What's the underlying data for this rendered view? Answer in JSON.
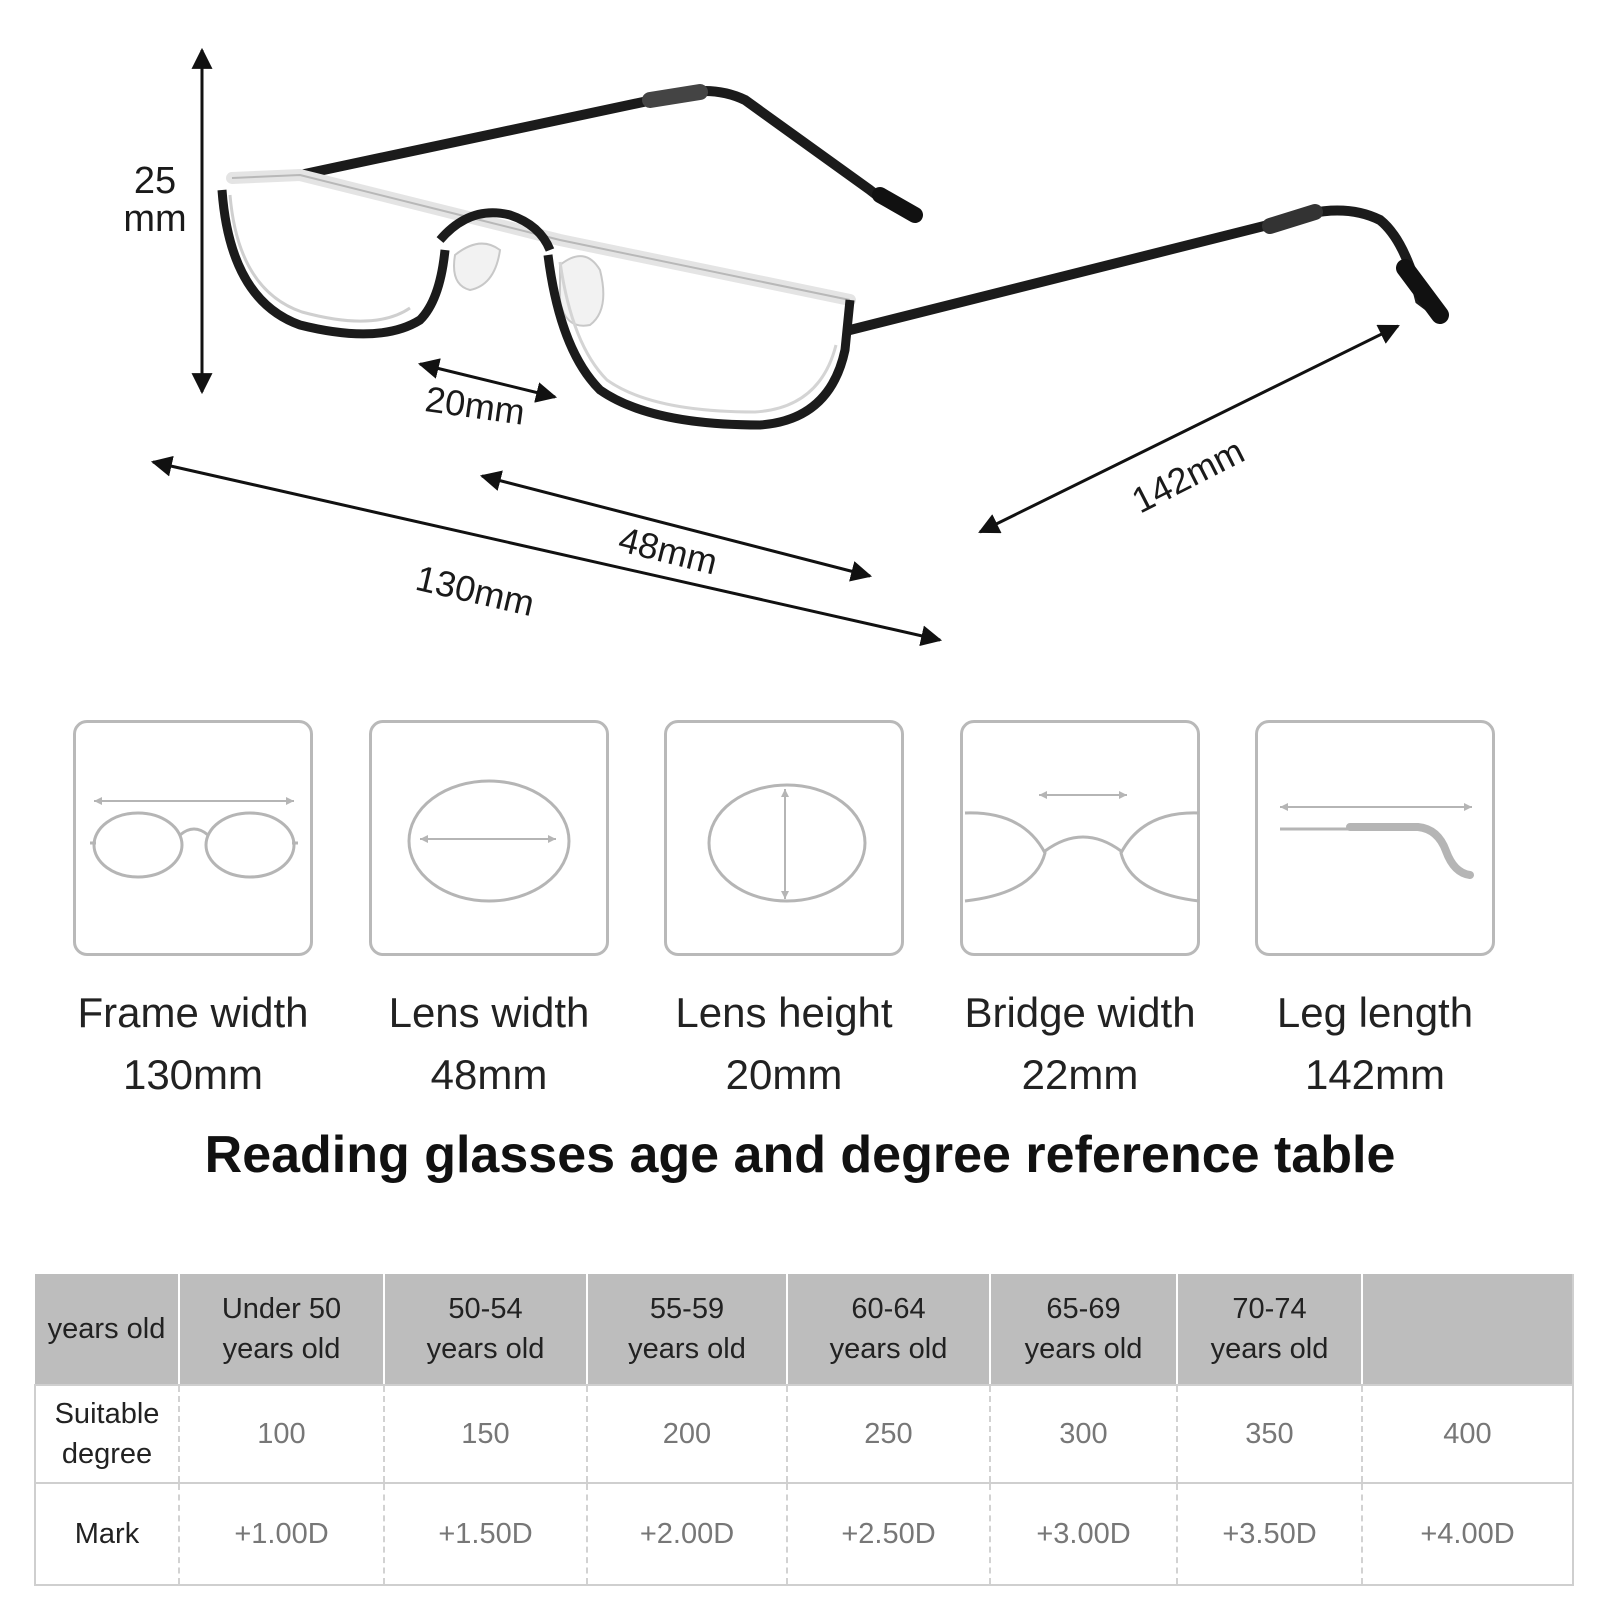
{
  "dimensions_diagram": {
    "height_label_value": "25",
    "height_label_unit": "mm",
    "bridge_label": "20mm",
    "lens_label": "48mm",
    "frame_label": "130mm",
    "leg_label": "142mm"
  },
  "spec_cards": [
    {
      "icon": "frame-width-icon",
      "title": "Frame width",
      "value": "130mm"
    },
    {
      "icon": "lens-width-icon",
      "title": "Lens width",
      "value": "48mm"
    },
    {
      "icon": "lens-height-icon",
      "title": "Lens height",
      "value": "20mm"
    },
    {
      "icon": "bridge-width-icon",
      "title": "Bridge width",
      "value": "22mm"
    },
    {
      "icon": "leg-length-icon",
      "title": "Leg length",
      "value": "142mm"
    }
  ],
  "table_title": "Reading glasses age and degree reference table",
  "reference_table": {
    "header_row": [
      "years old",
      "Under 50\nyears old",
      "50-54\nyears old",
      "55-59\nyears old",
      "60-64\nyears old",
      "65-69\nyears old",
      "70-74\nyears old",
      ""
    ],
    "degree_row": [
      "Suitable\ndegree",
      "100",
      "150",
      "200",
      "250",
      "300",
      "350",
      "400"
    ],
    "mark_row": [
      "Mark",
      "+1.00D",
      "+1.50D",
      "+2.00D",
      "+2.50D",
      "+3.00D",
      "+3.50D",
      "+4.00D"
    ]
  },
  "colors": {
    "frame_metal": "#1b1b1b",
    "header_fill": "#bdbdbd",
    "card_border": "#b9b9b9",
    "icon_line": "#b5b5b5"
  }
}
